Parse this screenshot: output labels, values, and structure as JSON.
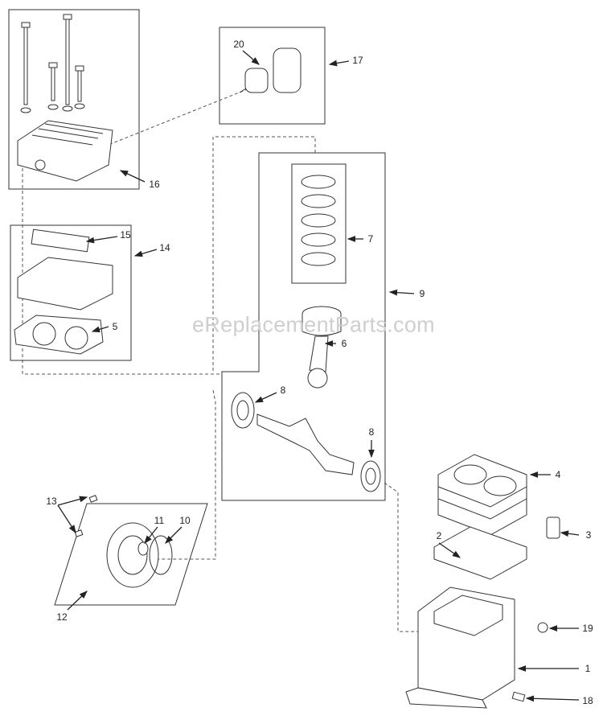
{
  "watermark": "eReplacementParts.com",
  "callouts": {
    "c20": "20",
    "c17": "17",
    "c16": "16",
    "c15": "15",
    "c14": "14",
    "c7": "7",
    "c9": "9",
    "c5": "5",
    "c6": "6",
    "c8a": "8",
    "c8b": "8",
    "c13": "13",
    "c11": "11",
    "c10": "10",
    "c12": "12",
    "c4": "4",
    "c3": "3",
    "c2": "2",
    "c19": "19",
    "c1": "1",
    "c18": "18"
  }
}
